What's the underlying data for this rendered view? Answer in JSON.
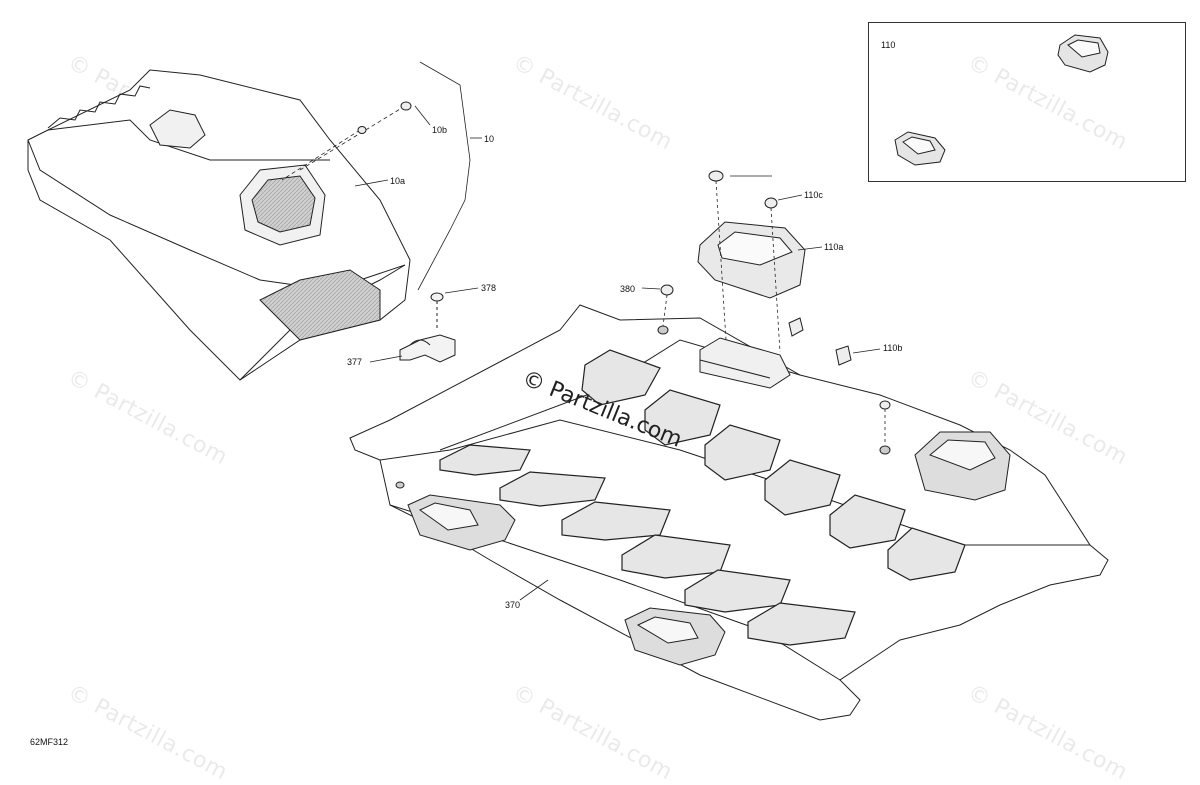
{
  "diagram": {
    "code": "62MF312",
    "watermark": "© Partzilla.com",
    "center_watermark": "© Partzilla.com",
    "inset_label": "110",
    "callouts": {
      "c10": "10",
      "c10a": "10a",
      "c10b": "10b",
      "c110a": "110a",
      "c110b": "110b",
      "c110c": "110c",
      "c370": "370",
      "c377": "377",
      "c378": "378",
      "c380": "380"
    }
  }
}
